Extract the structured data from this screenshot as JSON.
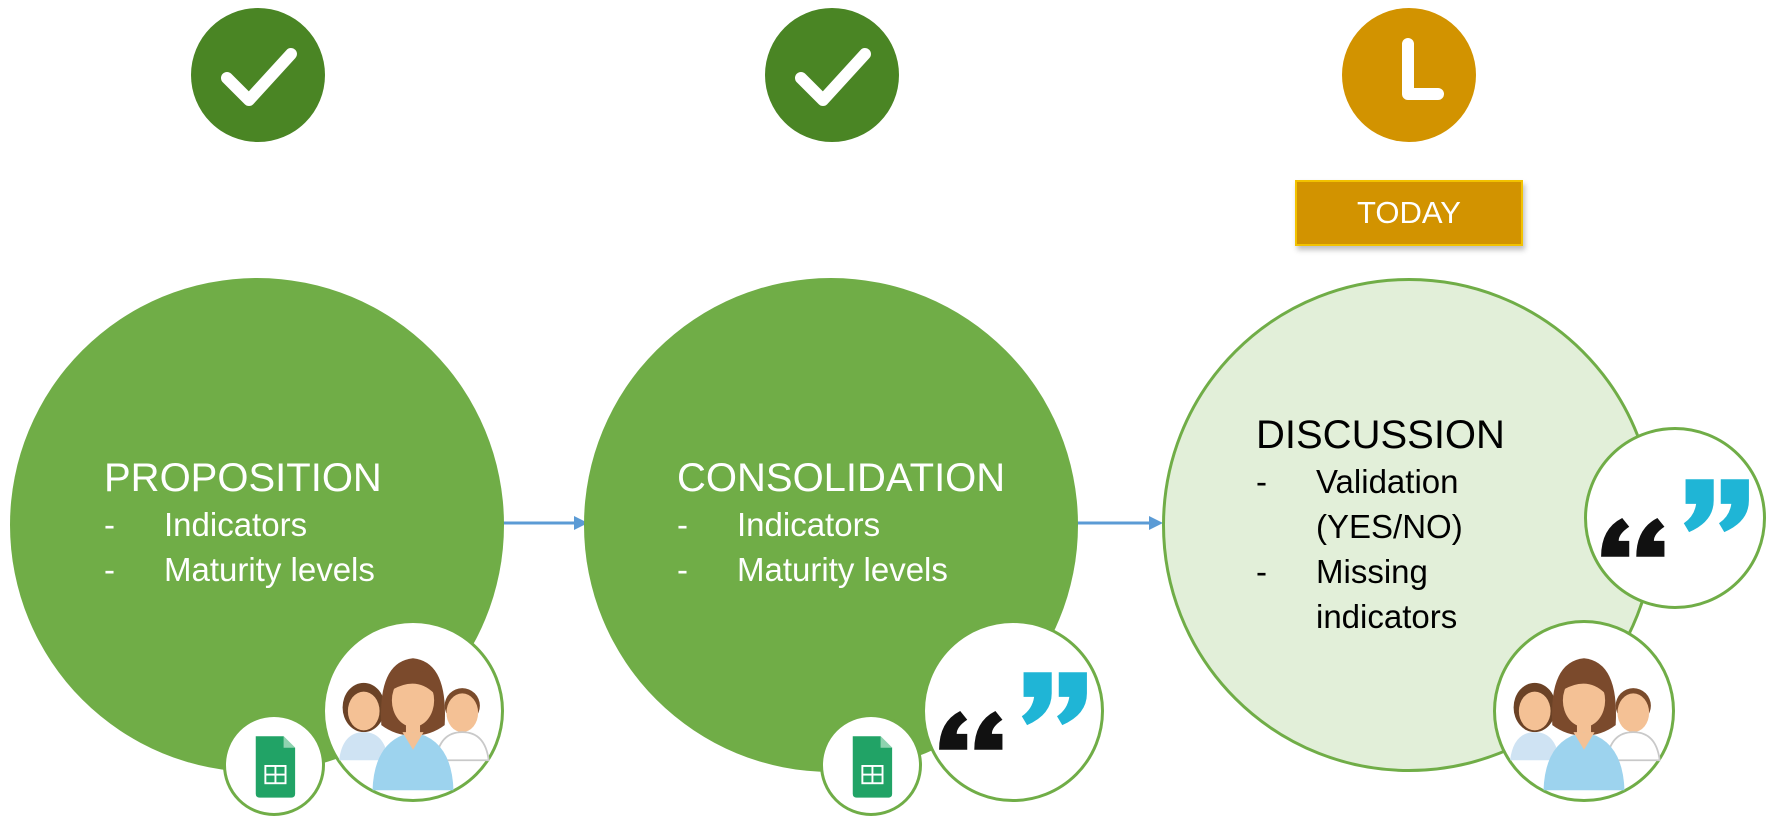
{
  "colors": {
    "done": "#4a8524",
    "pending": "#d29300",
    "stage_dark": "#70ad47",
    "stage_light": "#e2efd9",
    "arrow": "#5b9bd5",
    "quote_left": "#111111",
    "quote_right": "#1fb5d6",
    "sheets": "#21a366"
  },
  "status_icons": [
    "checkmark-icon",
    "checkmark-icon",
    "clock-icon"
  ],
  "today_label": "TODAY",
  "stages": [
    {
      "title": "PROPOSITION",
      "bullets": [
        "Indicators",
        "Maturity levels"
      ],
      "badges": [
        "spreadsheet-icon",
        "people-group-icon"
      ]
    },
    {
      "title": "CONSOLIDATION",
      "bullets": [
        "Indicators",
        "Maturity levels"
      ],
      "badges": [
        "spreadsheet-icon",
        "quote-icon"
      ]
    },
    {
      "title": "DISCUSSION",
      "bullets": [
        "Validation (YES/NO)",
        "Missing indicators"
      ],
      "badges": [
        "quote-icon",
        "people-group-icon"
      ]
    }
  ]
}
